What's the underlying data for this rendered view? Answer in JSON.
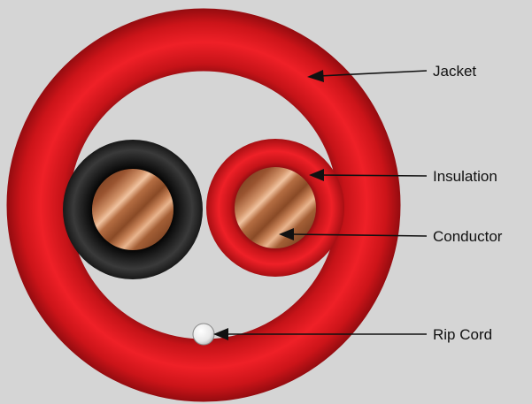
{
  "colors": {
    "background": "#d5d5d5",
    "jacket": "#e3151c",
    "insulation_red": "#e3151c",
    "insulation_black": "#1e1e1e",
    "conductor": "#b0693a",
    "rip_cord": "#f2f2f2",
    "leader": "#111111",
    "label_text": "#111111"
  },
  "labels": {
    "jacket": "Jacket",
    "insulation": "Insulation",
    "conductor": "Conductor",
    "rip_cord": "Rip Cord"
  }
}
